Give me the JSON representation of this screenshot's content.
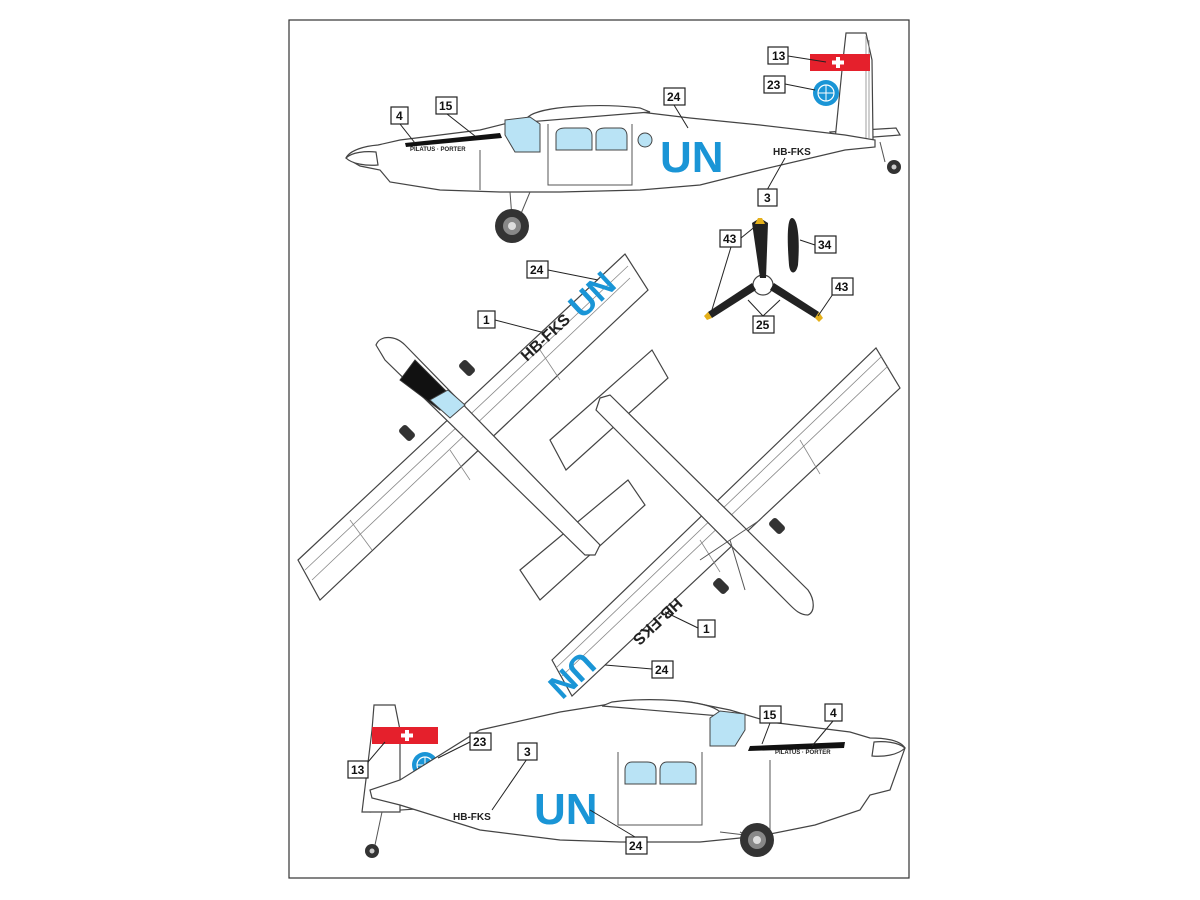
{
  "markings": {
    "un": "UN",
    "registration": "HB-FKS",
    "nose_script": "PILATUS · PORTER"
  },
  "callouts": [
    {
      "id": "c13a",
      "label": "13"
    },
    {
      "id": "c23a",
      "label": "23"
    },
    {
      "id": "c4a",
      "label": "4"
    },
    {
      "id": "c15a",
      "label": "15"
    },
    {
      "id": "c24a",
      "label": "24"
    },
    {
      "id": "c3a",
      "label": "3"
    },
    {
      "id": "c43a",
      "label": "43"
    },
    {
      "id": "c34",
      "label": "34"
    },
    {
      "id": "c43b",
      "label": "43"
    },
    {
      "id": "c25",
      "label": "25"
    },
    {
      "id": "c24b",
      "label": "24"
    },
    {
      "id": "c1a",
      "label": "1"
    },
    {
      "id": "c1b",
      "label": "1"
    },
    {
      "id": "c24c",
      "label": "24"
    },
    {
      "id": "c15b",
      "label": "15"
    },
    {
      "id": "c4b",
      "label": "4"
    },
    {
      "id": "c23b",
      "label": "23"
    },
    {
      "id": "c3b",
      "label": "3"
    },
    {
      "id": "c13b",
      "label": "13"
    },
    {
      "id": "c24d",
      "label": "24"
    }
  ],
  "colors": {
    "un_blue": "#1a95d6",
    "glass": "#b9e3f5",
    "swiss_red": "#e5202c",
    "anti_glare": "#111111"
  }
}
